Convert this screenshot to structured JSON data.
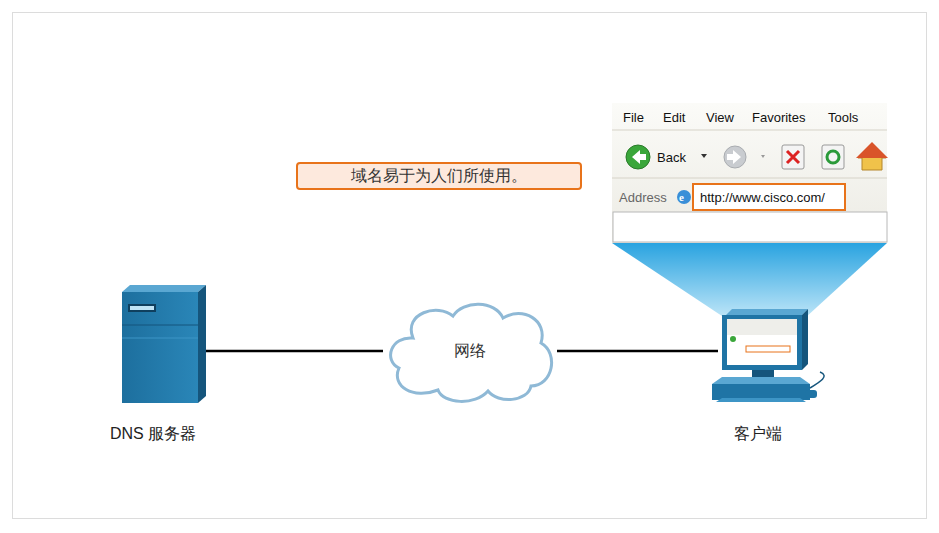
{
  "diagram": {
    "nodes": [
      {
        "text": [
          "域名易于为人们所使用。"
        ]
      },
      {
        "text": [
          "http://www.cisco.com/"
        ]
      },
      {
        "text": [
          "网络"
        ]
      },
      {
        "text": [
          "DNS 服务器"
        ]
      },
      {
        "text": [
          "客户端"
        ]
      }
    ],
    "edges": [
      {
        "from": 3,
        "to": 2,
        "arrow": "none"
      },
      {
        "from": 2,
        "to": 4,
        "arrow": "none"
      }
    ],
    "labels": [
      "File",
      "Edit",
      "View",
      "Favorites",
      "Tools",
      "Back",
      "Address"
    ]
  }
}
